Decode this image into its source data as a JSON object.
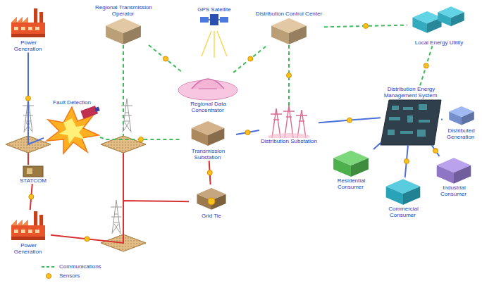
{
  "diagram": {
    "nodes": [
      {
        "text": [
          "Power Generation"
        ]
      },
      {
        "text": [
          "Regional Transmission Operator"
        ]
      },
      {
        "text": [
          "GPS Satellite"
        ]
      },
      {
        "text": [
          "Distribution Control Center"
        ]
      },
      {
        "text": [
          "Local Energy Utility"
        ]
      },
      {
        "text": [
          "Regional Data Concentrator"
        ]
      },
      {
        "text": [
          "Fault Detection"
        ]
      },
      {
        "text": [
          "Distribution Energy Management System"
        ]
      },
      {
        "text": [
          "Distributed Generation"
        ]
      },
      {
        "text": [
          "Transmission Substation"
        ]
      },
      {
        "text": [
          "Distribution Substation"
        ]
      },
      {
        "text": [
          "STATCOM"
        ]
      },
      {
        "text": [
          "Residential Consumer"
        ]
      },
      {
        "text": [
          "Industrial Consumer"
        ]
      },
      {
        "text": [
          "Grid Tie"
        ]
      },
      {
        "text": [
          "Commercial Consumer"
        ]
      },
      {
        "text": [
          "Power Generation"
        ]
      }
    ],
    "edges": [
      {
        "from": 1,
        "to": 5,
        "arrow": "none"
      },
      {
        "from": 5,
        "to": 3,
        "arrow": "none"
      },
      {
        "from": 3,
        "to": 4,
        "arrow": "none"
      },
      {
        "from": 3,
        "to": 10,
        "arrow": "none"
      },
      {
        "from": 4,
        "to": 7,
        "arrow": "none"
      },
      {
        "from": 6,
        "to": 9,
        "arrow": "none"
      },
      {
        "from": 9,
        "to": 10,
        "arrow": "none"
      },
      {
        "from": 10,
        "to": 7,
        "arrow": "none"
      },
      {
        "from": 7,
        "to": 8,
        "arrow": "none"
      },
      {
        "from": 7,
        "to": 12,
        "arrow": "none"
      },
      {
        "from": 7,
        "to": 15,
        "arrow": "none"
      },
      {
        "from": 7,
        "to": 13,
        "arrow": "none"
      },
      {
        "from": 0,
        "to": 6,
        "arrow": "none"
      },
      {
        "from": 11,
        "to": 16,
        "arrow": "none"
      },
      {
        "from": 16,
        "to": 14,
        "arrow": "none"
      },
      {
        "from": 9,
        "to": 14,
        "arrow": "none"
      }
    ],
    "legend": [
      {
        "text": "Communications"
      },
      {
        "text": "Sensors"
      }
    ]
  }
}
